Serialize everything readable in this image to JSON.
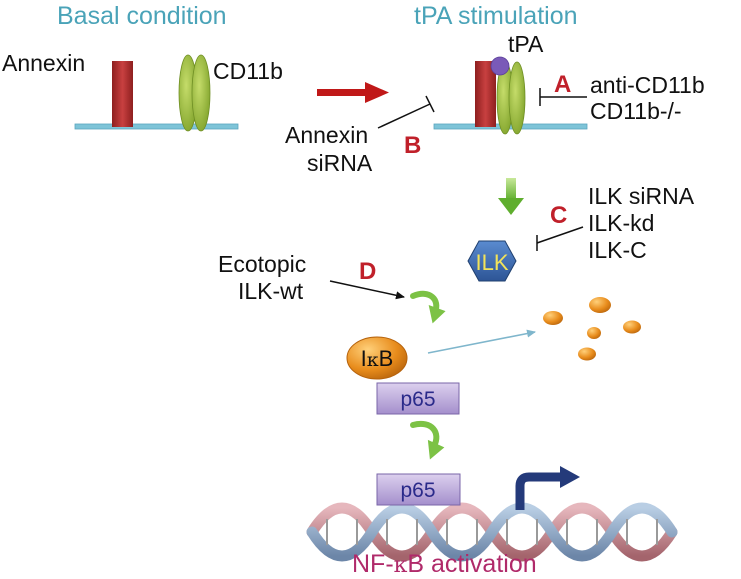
{
  "headers": {
    "basal": "Basal condition",
    "tpa": "tPA stimulation"
  },
  "basal": {
    "annexin": "Annexin",
    "cd11b": "CD11b"
  },
  "tpa_panel": {
    "tpa": "tPA"
  },
  "interventions": {
    "a": {
      "letter": "A",
      "lines": [
        "anti-CD11b",
        "CD11b-/-"
      ]
    },
    "b": {
      "letter": "B",
      "lines": [
        "Annexin",
        "siRNA"
      ]
    },
    "c": {
      "letter": "C",
      "lines": [
        "ILK siRNA",
        "ILK-kd",
        "ILK-C"
      ]
    },
    "d": {
      "letter": "D",
      "lines": [
        "Ecotopic",
        "ILK-wt"
      ]
    }
  },
  "nodes": {
    "ilk": "ILK",
    "ikb_prefix": "I",
    "ikb_kappa": "κ",
    "ikb_suffix": "B",
    "p65": "p65"
  },
  "footer": {
    "activation_prefix": "NF-",
    "activation_kappa": "κ",
    "activation_suffix": "B activation"
  },
  "colors": {
    "header": "#4aa3b8",
    "membrane": "#7ec4d8",
    "annexin": "#b83232",
    "cd11b": "#9aba3a",
    "letter": "#c0202a",
    "tpa_dot": "#7a5ab8",
    "ilk_fill": "#3f6fb0",
    "ilk_text": "#f2e35a",
    "ikb": "#e08a1e",
    "p65_fill": "#c8b8e0",
    "p65_text": "#2a2a8a",
    "green_arrow": "#7cc245",
    "activation": "#b02a6a",
    "dna_arrow": "#243a7a"
  }
}
